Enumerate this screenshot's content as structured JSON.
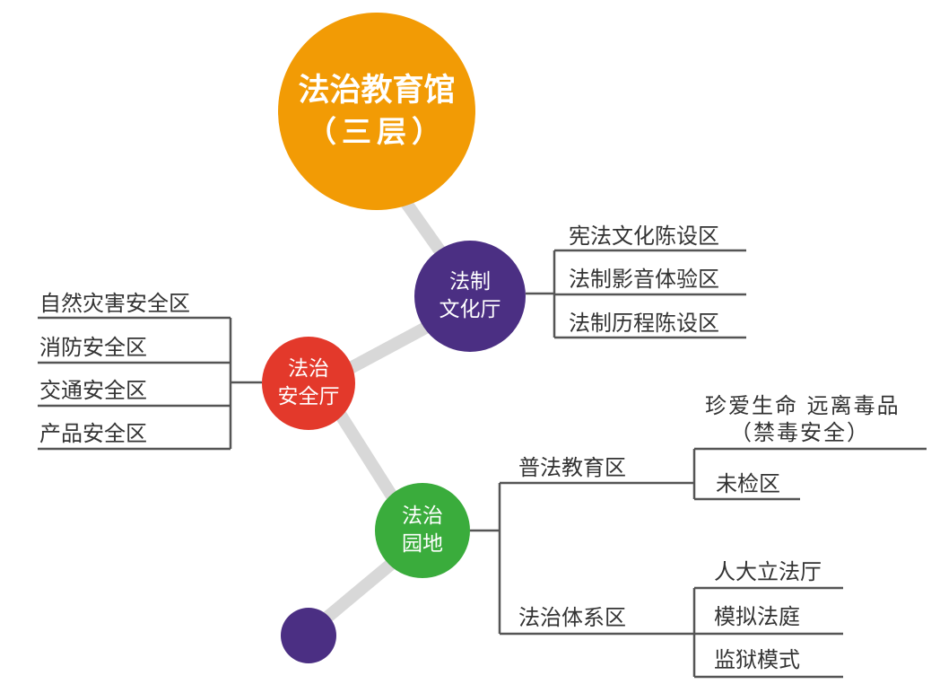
{
  "colors": {
    "root": "#f29b05",
    "culture_hall": "#4b2f83",
    "safety_hall": "#e3392b",
    "garden": "#3aac3c",
    "end_dot": "#4b2f83",
    "connector": "#d8d8d8",
    "branch_line": "#555555",
    "text": "#333333"
  },
  "root": {
    "line1": "法治教育馆",
    "line2": "（三层）"
  },
  "culture_hall": {
    "line1": "法制",
    "line2": "文化厅",
    "items": [
      "宪法文化陈设区",
      "法制影音体验区",
      "法制历程陈设区"
    ]
  },
  "safety_hall": {
    "line1": "法治",
    "line2": "安全厅",
    "items": [
      "自然灾害安全区",
      "消防安全区",
      "交通安全区",
      "产品安全区"
    ]
  },
  "garden": {
    "line1": "法治",
    "line2": "园地",
    "zone_a": {
      "label": "普法教育区",
      "sub": [
        {
          "line1": "珍爱生命 远离毒品",
          "line2": "（禁毒安全）"
        },
        {
          "line1": "未检区"
        }
      ]
    },
    "zone_b": {
      "label": "法治体系区",
      "sub": [
        "人大立法厅",
        "模拟法庭",
        "监狱模式"
      ]
    }
  }
}
